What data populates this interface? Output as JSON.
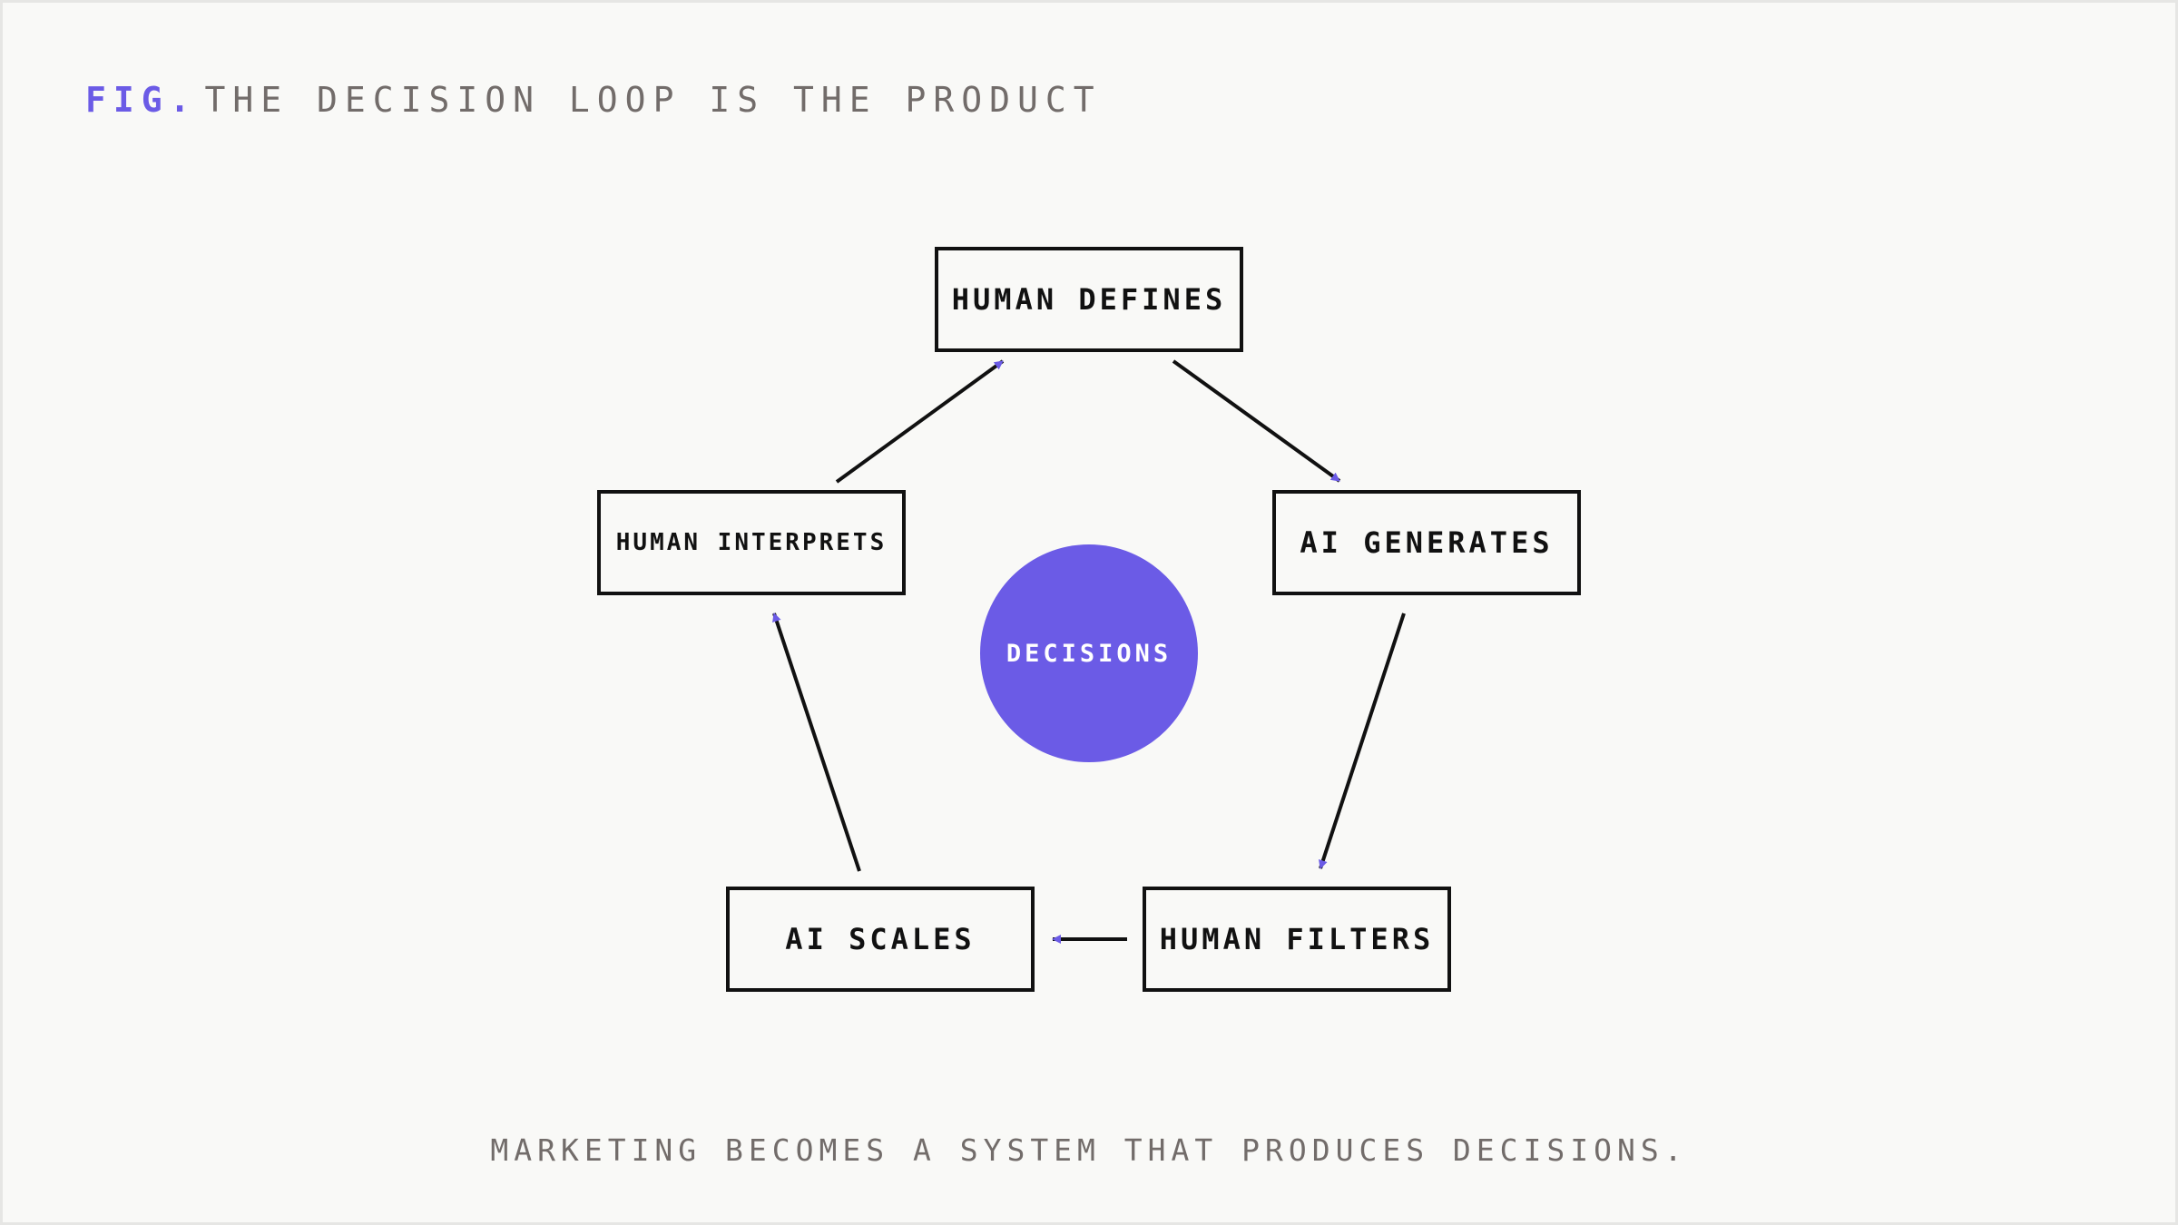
{
  "colors": {
    "accent": "#6b5be6",
    "ink": "#111111",
    "muted": "#726c6a",
    "background": "#f9f9f7"
  },
  "figure": {
    "prefix": "FIG.",
    "title": "THE DECISION LOOP IS THE PRODUCT"
  },
  "loop": {
    "center": "DECISIONS",
    "steps": [
      {
        "id": "defines",
        "label": "HUMAN DEFINES"
      },
      {
        "id": "generates",
        "label": "AI GENERATES"
      },
      {
        "id": "filters",
        "label": "HUMAN FILTERS"
      },
      {
        "id": "scales",
        "label": "AI SCALES"
      },
      {
        "id": "interprets",
        "label": "HUMAN INTERPRETS"
      }
    ],
    "flow": [
      {
        "from": "defines",
        "to": "generates"
      },
      {
        "from": "generates",
        "to": "filters"
      },
      {
        "from": "filters",
        "to": "scales"
      },
      {
        "from": "scales",
        "to": "interprets"
      },
      {
        "from": "interprets",
        "to": "defines"
      }
    ]
  },
  "caption": "MARKETING BECOMES A SYSTEM THAT PRODUCES DECISIONS."
}
